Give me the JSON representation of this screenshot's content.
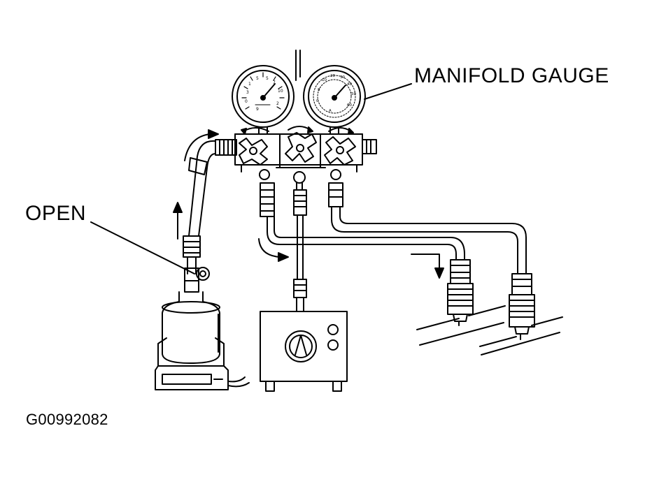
{
  "labels": {
    "manifold_gauge": "MANIFOLD GAUGE",
    "open": "OPEN",
    "figure_id": "G00992082"
  },
  "colors": {
    "line": "#000000",
    "background": "#ffffff"
  },
  "components": [
    "manifold-gauge-set",
    "low-pressure-gauge",
    "high-pressure-gauge",
    "refrigerant-container",
    "weighing-scale",
    "vacuum-pump",
    "service-valves"
  ]
}
